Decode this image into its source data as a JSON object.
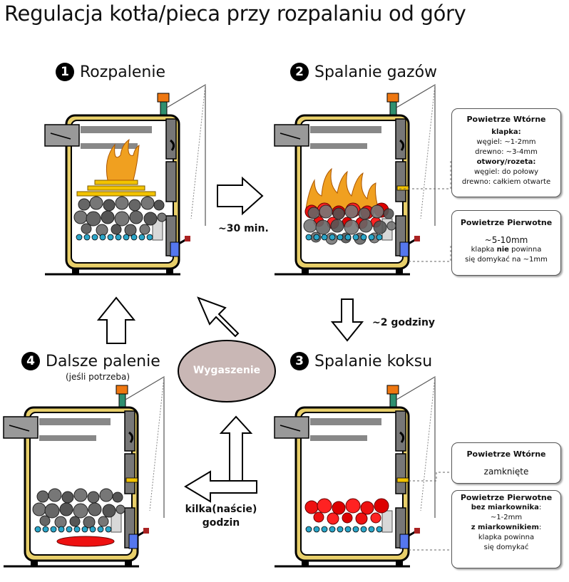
{
  "title": "Regulacja kotła/pieca przy rozpalaniu od góry",
  "stages": [
    {
      "num": "1",
      "label": "Rozpalenie"
    },
    {
      "num": "2",
      "label": "Spalanie gazów"
    },
    {
      "num": "3",
      "label": "Spalanie koksu"
    },
    {
      "num": "4",
      "label": "Dalsze palenie",
      "sub": "(jeśli potrzeba)"
    }
  ],
  "arrows": {
    "a12": "~30 min.",
    "a23": "~2 godziny",
    "a34_line1": "kilka(naście)",
    "a34_line2": "godzin"
  },
  "extinguish": "Wygaszenie",
  "boxes": {
    "b2_secondary": {
      "title": "Powietrze Wtórne",
      "l1": "klapka:",
      "l2": "węgiel: ~1-2mm",
      "l3": "drewno: ~3-4mm",
      "l4": "otwory/rozeta:",
      "l5": "węgiel: do połowy",
      "l6": "drewno: całkiem otwarte"
    },
    "b2_primary": {
      "title": "Powietrze Pierwotne",
      "l1": "~5-10mm",
      "l2a": "klapka ",
      "l2b": "nie",
      "l2c": " powinna",
      "l3": "się domykać na ~1mm"
    },
    "b3_secondary": {
      "title": "Powietrze Wtórne",
      "l1": "zamknięte"
    },
    "b3_primary": {
      "title": "Powietrze Pierwotne",
      "l1a": "bez miarkownika",
      "l1b": ":",
      "l2": "~1-2mm",
      "l3a": "z miarkownikiem",
      "l3b": ":",
      "l4": "klapka powinna",
      "l5": "się domykać"
    }
  },
  "colors": {
    "boiler_frame": "#e8cf6a",
    "flame": "#f0a020",
    "ember": "#ee1111",
    "coal": "#666666",
    "ash": "#2aa5c8",
    "secondary_air_bar": "#f2c300",
    "primary_air_door": "#5577ee",
    "chimney_valve": "#ee7711",
    "extinguish_fill": "#c9b7b5"
  }
}
